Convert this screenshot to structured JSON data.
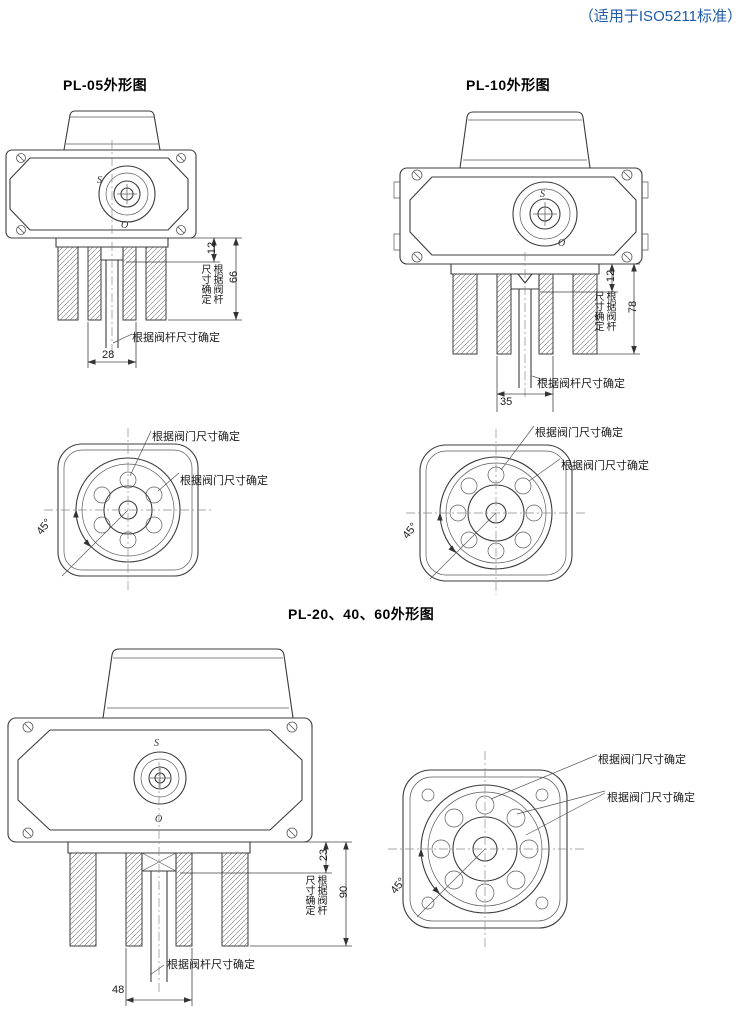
{
  "page": {
    "standard_note": "（适用于ISO5211标准）"
  },
  "common": {
    "stem_note": "根据阀杆尺寸确定",
    "valve_note": "根据阀门尺寸确定",
    "angle": "45°",
    "s_mark": "S",
    "o_mark": "O"
  },
  "pl05": {
    "title": "PL-05外形图",
    "dim_stem_offset": "12",
    "dim_height": "66",
    "dim_width": "28"
  },
  "pl10": {
    "title": "PL-10外形图",
    "dim_stem_offset": "12",
    "dim_height": "78",
    "dim_width": "35"
  },
  "pl20": {
    "title": "PL-20、40、60外形图",
    "dim_stem_offset": "23",
    "dim_height": "90",
    "dim_width": "48"
  }
}
